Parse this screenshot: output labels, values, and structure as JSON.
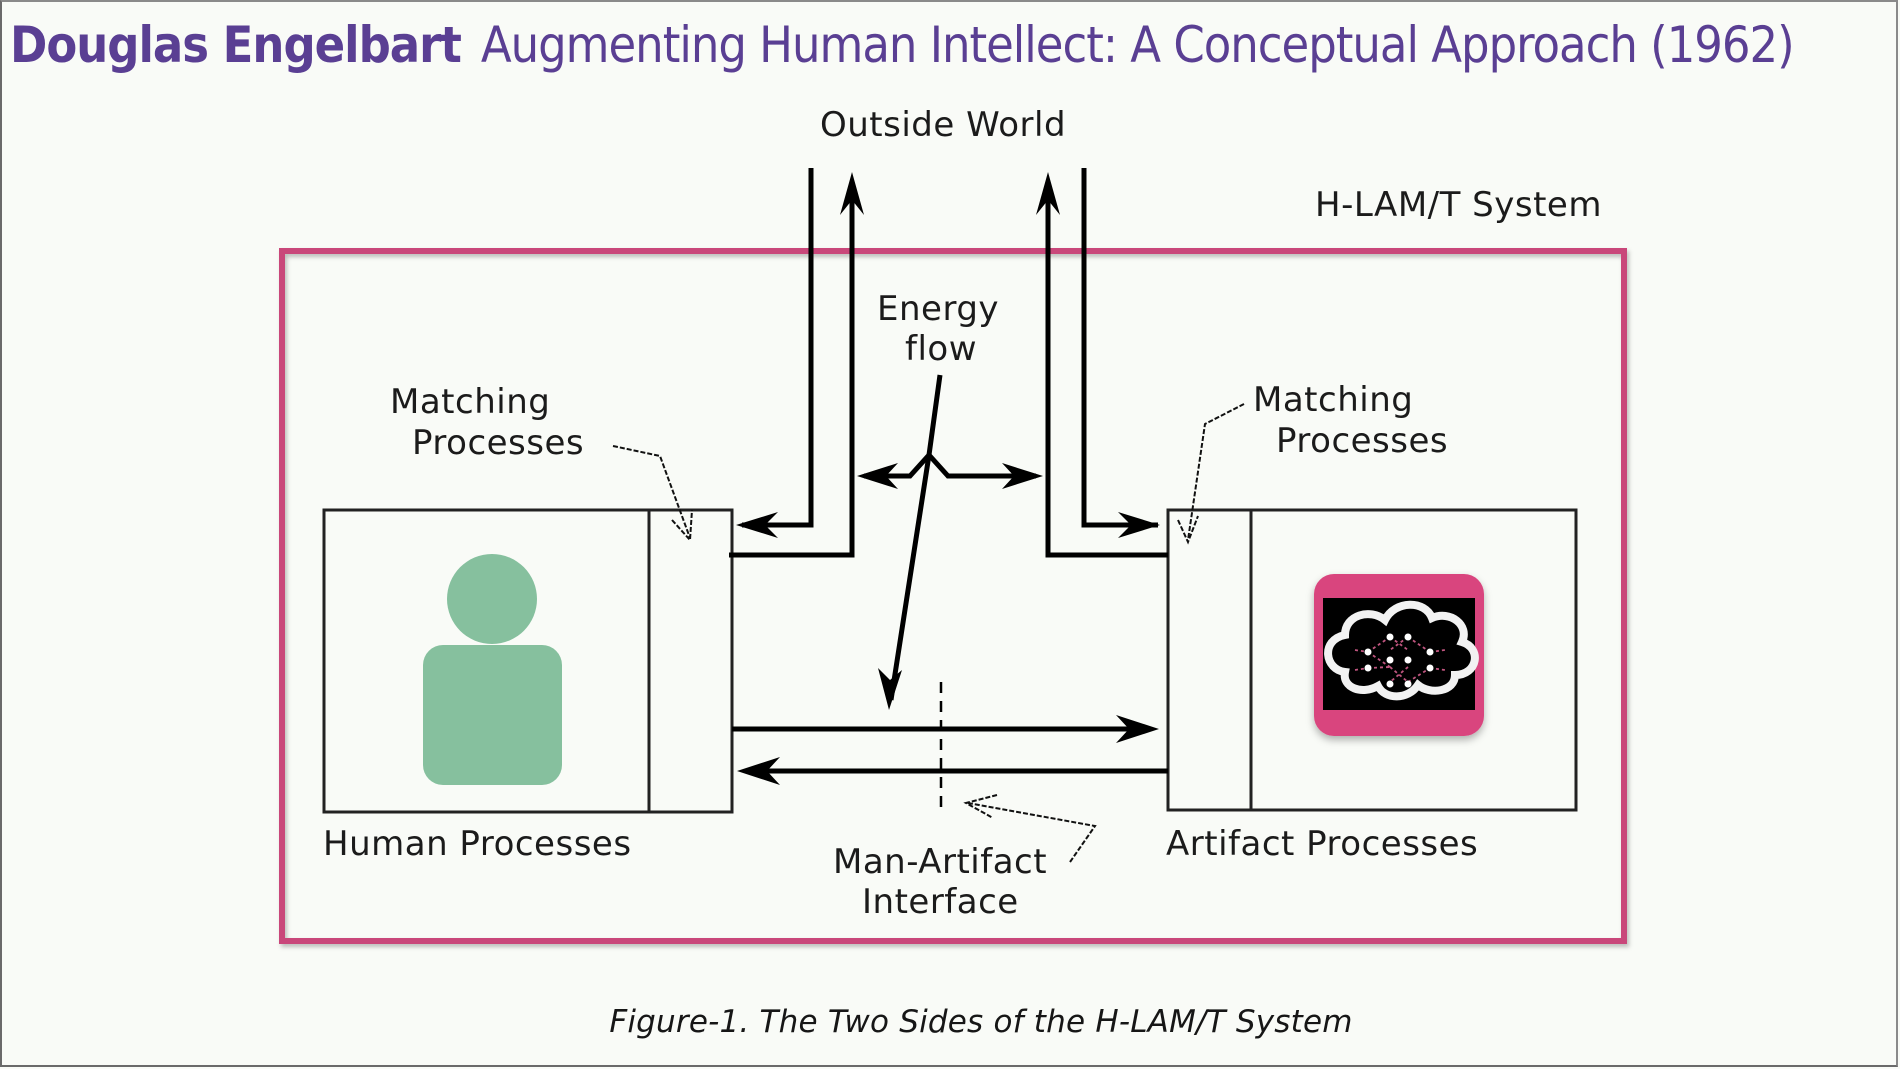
{
  "slide": {
    "title_author": "Douglas Engelbart",
    "title_work": "Augmenting Human Intellect: A Conceptual Approach (1962)",
    "title_color": "#5a3f93"
  },
  "diagram": {
    "system_label": "H-LAM/T System",
    "outside_world_label": "Outside World",
    "energy_flow_label_line1": "Energy",
    "energy_flow_label_line2": "flow",
    "matching_left_line1": "Matching",
    "matching_left_line2": "Processes",
    "matching_right_line1": "Matching",
    "matching_right_line2": "Processes",
    "human_processes_label": "Human Processes",
    "artifact_processes_label": "Artifact Processes",
    "interface_label_line1": "Man-Artifact",
    "interface_label_line2": "Interface",
    "human_icon": "person-icon",
    "artifact_icon": "cloud-neural-network-icon",
    "colors": {
      "system_border": "#c9467a",
      "human_icon": "#86c09e",
      "artifact_icon_frame": "#d9457e",
      "line": "#000000"
    }
  },
  "caption": "Figure-1. The Two Sides of the H-LAM/T System"
}
